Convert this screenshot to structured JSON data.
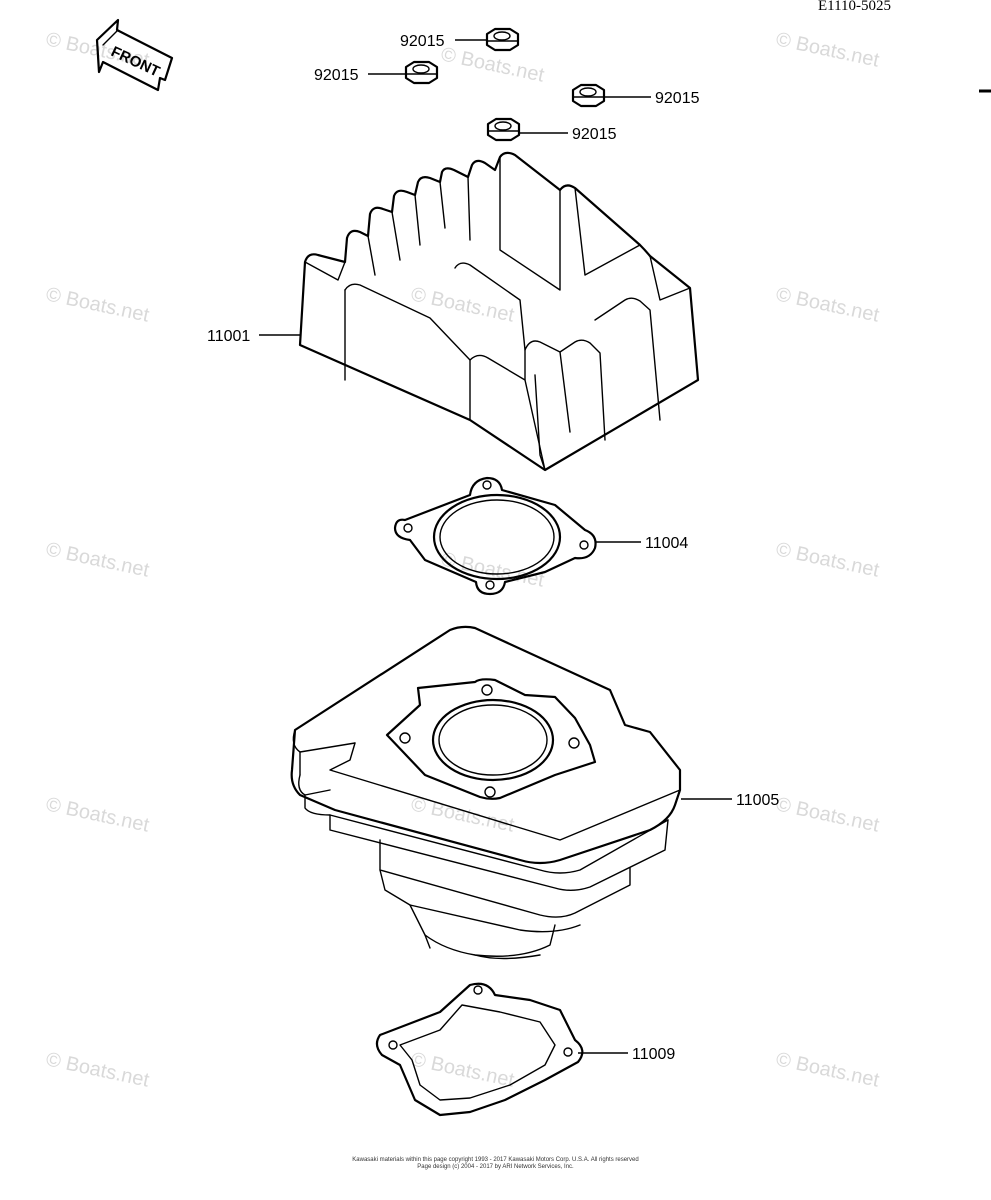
{
  "diagram_code": "E1110-5025",
  "front_arrow_label": "FRONT",
  "watermark": "© Boats.net",
  "parts": [
    {
      "part_number": "92015"
    },
    {
      "part_number": "92015"
    },
    {
      "part_number": "92015"
    },
    {
      "part_number": "92015"
    },
    {
      "part_number": "11001"
    },
    {
      "part_number": "11004"
    },
    {
      "part_number": "11005"
    },
    {
      "part_number": "11009"
    }
  ],
  "footer": {
    "line1": "Kawasaki materials within this page copyright 1993 - 2017 Kawasaki Motors Corp. U.S.A. All rights reserved",
    "line2": "Page design (c) 2004 - 2017 by ARI Network Services, Inc."
  }
}
